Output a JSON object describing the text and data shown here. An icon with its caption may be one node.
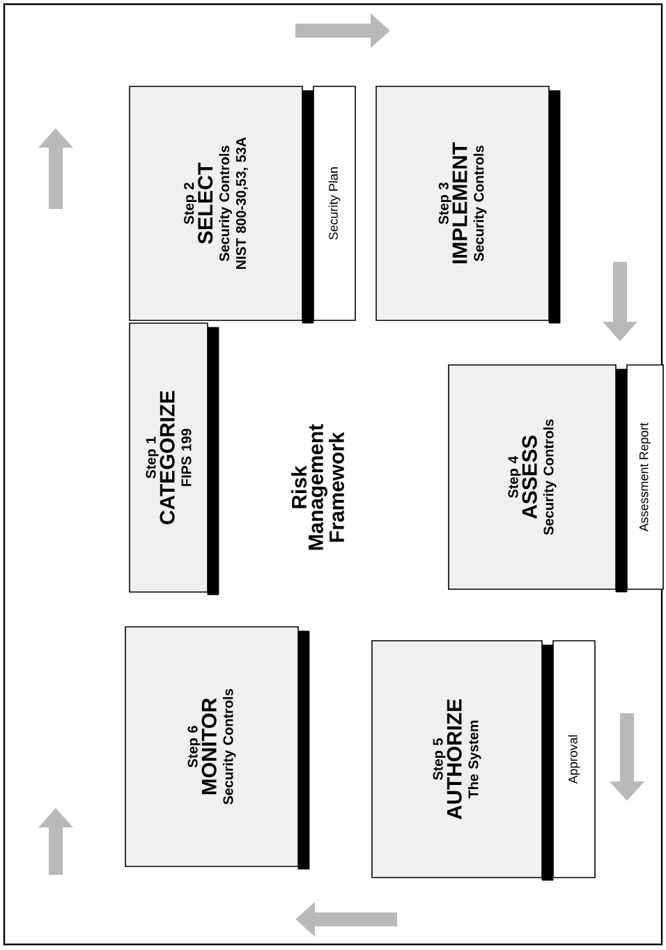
{
  "diagram": {
    "nodes": [
      {
        "text": [
          "Step 1",
          "CATEGORIZE",
          "FIPS 199"
        ]
      },
      {
        "text": [
          "Step 2",
          "SELECT",
          "Security Controls",
          "NIST 800-30,53, 53A"
        ],
        "beside": [
          "Security Plan"
        ]
      },
      {
        "text": [
          "Step 3",
          "IMPLEMENT",
          "Security Controls"
        ]
      },
      {
        "text": [
          "Step 4",
          "ASSESS",
          "Security Controls"
        ],
        "beside": [
          "Assessment Report"
        ]
      },
      {
        "text": [
          "Step 5",
          "AUTHORIZE",
          "The System"
        ],
        "beside": [
          "Approval"
        ]
      },
      {
        "text": [
          "Step 6",
          "MONITOR",
          "Security Controls"
        ]
      }
    ],
    "labels": [
      "Risk Management Framework"
    ]
  }
}
